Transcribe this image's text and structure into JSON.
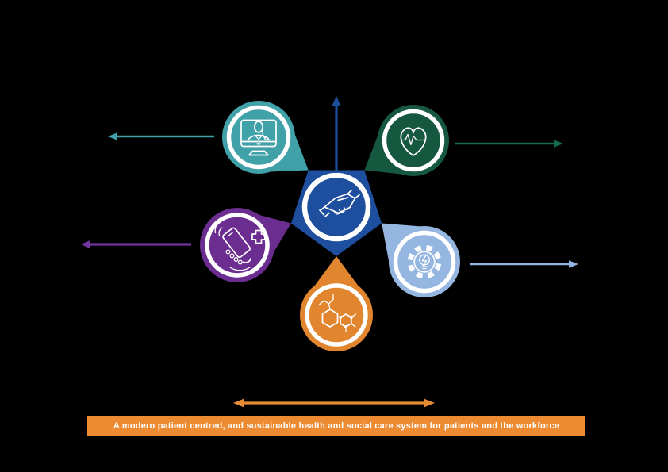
{
  "background_color": "#000000",
  "banner": {
    "text": "A modern patient centred, and sustainable health and social care system for patients and the workforce",
    "bg_color": "#ED8B33",
    "text_color": "#FFFFFF"
  },
  "center": {
    "id": "partnership",
    "icon": "handshake-icon",
    "shape": "pentagon",
    "color": "#1E4F9E",
    "arrow": {
      "direction": "up",
      "color": "#1E4F9E"
    }
  },
  "nodes": [
    {
      "id": "telehealth",
      "position": "top-left",
      "icon": "doctor-monitor-icon",
      "color": "#41A1A8",
      "arrow": {
        "direction": "left",
        "color": "#3FA0A9"
      }
    },
    {
      "id": "heart-health",
      "position": "top-right",
      "icon": "heart-pulse-icon",
      "color": "#16573F",
      "arrow": {
        "direction": "right",
        "color": "#156B52"
      }
    },
    {
      "id": "mobile-health",
      "position": "left",
      "icon": "hand-phone-medical-icon",
      "color": "#6B2D90",
      "arrow": {
        "direction": "left",
        "color": "#7334A0"
      }
    },
    {
      "id": "innovation",
      "position": "right",
      "icon": "gear-lightbulb-icon",
      "color": "#95B6E1",
      "arrow": {
        "direction": "right",
        "color": "#93B5E2"
      }
    },
    {
      "id": "medicines",
      "position": "bottom",
      "icon": "molecule-icon",
      "color": "#E1862E",
      "arrow": {
        "direction": "double-horizontal",
        "color": "#E78A36"
      }
    }
  ]
}
